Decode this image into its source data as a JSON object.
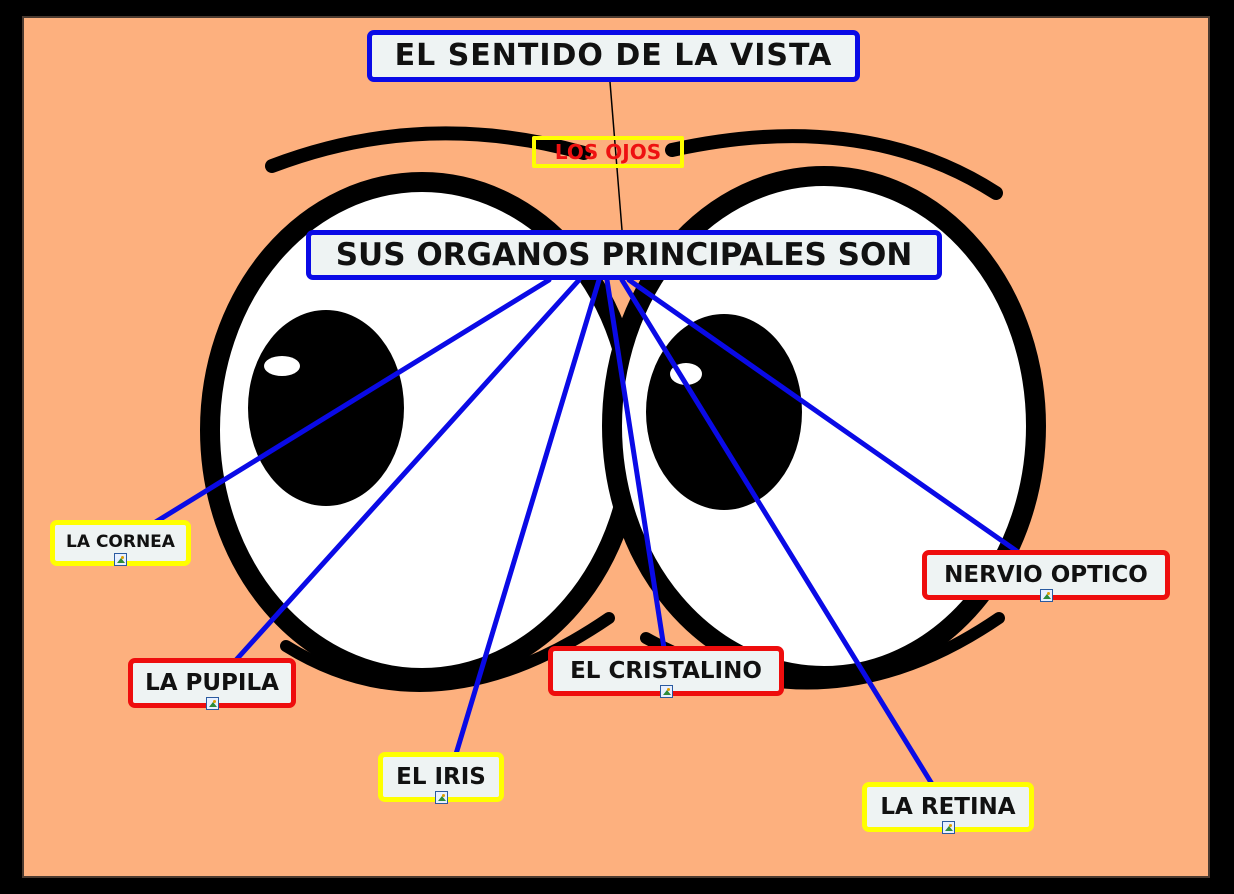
{
  "title": "EL SENTIDO DE LA VISTA",
  "subtitle": "LOS OJOS",
  "hub": "SUS ORGANOS PRINCIPALES SON",
  "organs": [
    {
      "label": "LA CORNEA",
      "border": "#ffff00"
    },
    {
      "label": "LA PUPILA",
      "border": "#ee0d0d"
    },
    {
      "label": "EL IRIS",
      "border": "#ffff00"
    },
    {
      "label": "EL CRISTALINO",
      "border": "#ee0d0d"
    },
    {
      "label": "NERVIO OPTICO",
      "border": "#ee0d0d"
    },
    {
      "label": "LA RETINA",
      "border": "#ffff00"
    }
  ],
  "colors": {
    "background": "#fdb07e",
    "connector": "#0a0ae6",
    "title_border": "#0a0ae6",
    "subtitle_text": "#ee1111"
  },
  "icons": [
    "image-attachment-icon"
  ]
}
